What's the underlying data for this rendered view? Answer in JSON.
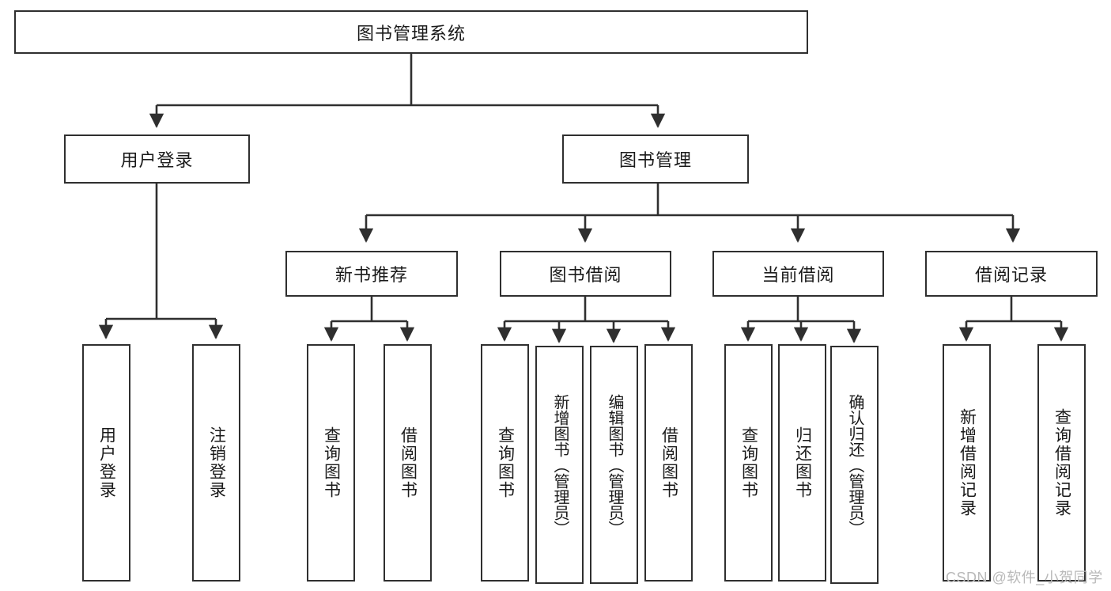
{
  "diagram": {
    "type": "hierarchy-tree",
    "title": "图书管理系统",
    "watermark": "CSDN @软件_小贺同学",
    "colors": {
      "box_border": "#2f2f2f",
      "box_fill": "#ffffff",
      "edge": "#2f2f2f",
      "text": "#1a1a1a",
      "watermark": "#b9b9b9"
    },
    "nodes": {
      "root": {
        "label": "图书管理系统",
        "level": 1
      },
      "l2": [
        {
          "id": "user-login",
          "label": "用户登录"
        },
        {
          "id": "book-manage",
          "label": "图书管理"
        }
      ],
      "l3": [
        {
          "id": "new-book-recommend",
          "label": "新书推荐"
        },
        {
          "id": "book-borrow",
          "label": "图书借阅"
        },
        {
          "id": "current-borrow",
          "label": "当前借阅"
        },
        {
          "id": "borrow-record",
          "label": "借阅记录"
        }
      ],
      "leaves": {
        "user_login": [
          {
            "id": "leaf-user-login",
            "label": "用户登录"
          },
          {
            "id": "leaf-logout",
            "label": "注销登录"
          }
        ],
        "new_book_recommend": [
          {
            "id": "leaf-query-book-1",
            "label": "查询图书"
          },
          {
            "id": "leaf-borrow-book-1",
            "label": "借阅图书"
          }
        ],
        "book_borrow": [
          {
            "id": "leaf-query-book-2",
            "label": "查询图书"
          },
          {
            "id": "leaf-add-book",
            "label": "新增图书（管理员）"
          },
          {
            "id": "leaf-edit-book",
            "label": "编辑图书（管理员）"
          },
          {
            "id": "leaf-borrow-book-2",
            "label": "借阅图书"
          }
        ],
        "current_borrow": [
          {
            "id": "leaf-query-book-3",
            "label": "查询图书"
          },
          {
            "id": "leaf-return-book",
            "label": "归还图书"
          },
          {
            "id": "leaf-confirm-return",
            "label": "确认归还（管理员）"
          }
        ],
        "borrow_record": [
          {
            "id": "leaf-add-record",
            "label": "新增借阅记录"
          },
          {
            "id": "leaf-query-record",
            "label": "查询借阅记录"
          }
        ]
      }
    }
  }
}
